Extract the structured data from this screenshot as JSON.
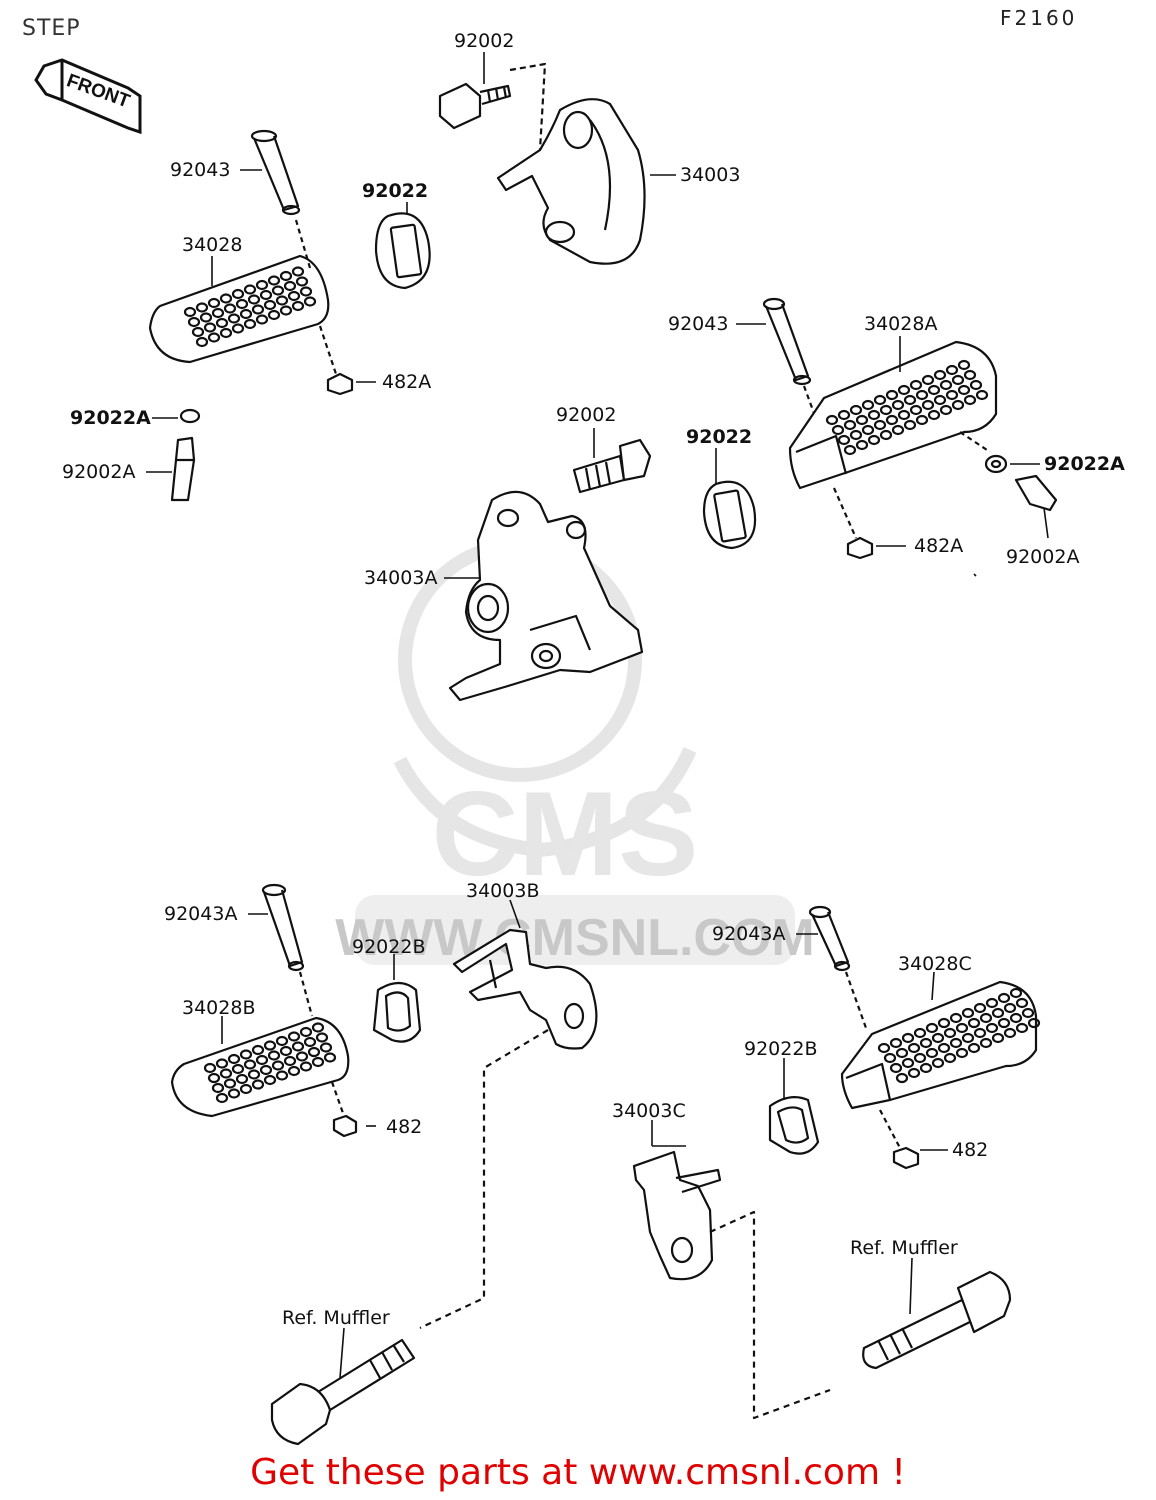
{
  "title": "STEP",
  "figure_code": "F2160",
  "front_indicator": "FRONT",
  "watermark": {
    "brand": "CMS",
    "url": "WWW.CMSNL.COM"
  },
  "labels": {
    "l_92002_top": "92002",
    "l_34003": "34003",
    "l_92043_tl": "92043",
    "l_92022_tl": "92022",
    "l_34028": "34028",
    "l_482A_l": "482A",
    "l_92022A_l": "92022A",
    "l_92002A_l": "92002A",
    "l_92043_tr": "92043",
    "l_34028A": "34028A",
    "l_92002_mid": "92002",
    "l_92022_mid": "92022",
    "l_92022A_r": "92022A",
    "l_482A_r": "482A",
    "l_92002A_r": "92002A",
    "l_34003A": "34003A",
    "l_92043A_l": "92043A",
    "l_34003B": "34003B",
    "l_92022B_l": "92022B",
    "l_34028B": "34028B",
    "l_482_l": "482",
    "l_92043A_r": "92043A",
    "l_34028C": "34028C",
    "l_92022B_r": "92022B",
    "l_34003C": "34003C",
    "l_482_r": "482",
    "l_ref_muffler_r": "Ref. Muffler",
    "l_ref_muffler_l": "Ref. Muffler"
  },
  "call_to_action": "Get these parts at www.cmsnl.com !",
  "colors": {
    "cta": "#e00000",
    "line": "#111111",
    "watermark": "#d9d9d9"
  }
}
